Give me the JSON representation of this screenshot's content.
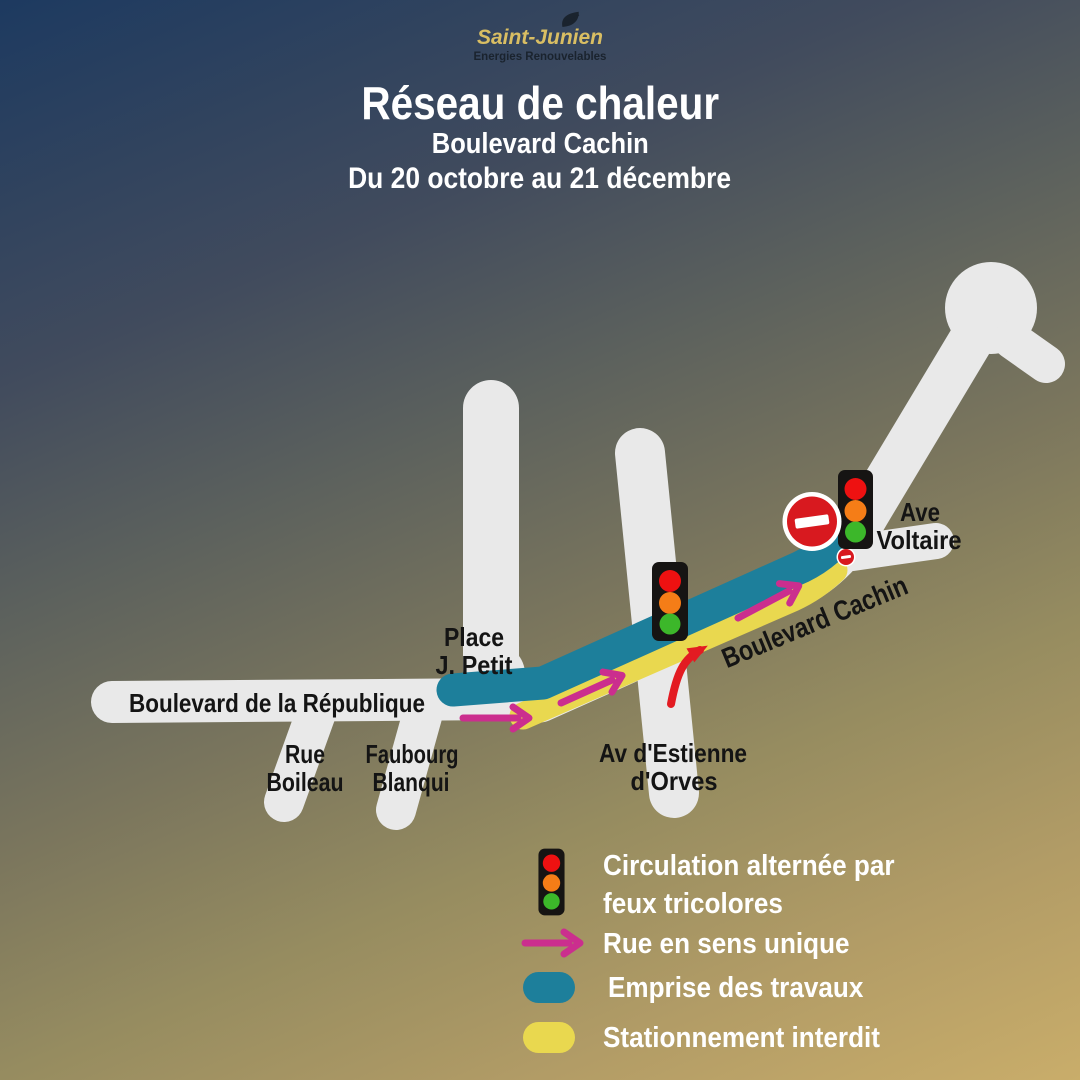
{
  "logo": {
    "name": "Saint-Junien",
    "tagline": "Energies Renouvelables"
  },
  "header": {
    "title": "Réseau de chaleur",
    "subtitle": "Boulevard Cachin",
    "date_range": "Du 20 octobre au 21 décembre"
  },
  "map": {
    "streets": {
      "republique": "Boulevard de la République",
      "place_line1": "Place",
      "place_line2": "J. Petit",
      "boileau_line1": "Rue",
      "boileau_line2": "Boileau",
      "blanqui_line1": "Faubourg",
      "blanqui_line2": "Blanqui",
      "estienne_line1": "Av d'Estienne",
      "estienne_line2": "d'Orves",
      "cachin": "Boulevard Cachin",
      "voltaire_line1": "Ave",
      "voltaire_line2": "Voltaire"
    }
  },
  "legend": {
    "items": [
      {
        "icon": "traffic-light-icon",
        "lines": [
          "Circulation alternée par",
          "feux tricolores"
        ]
      },
      {
        "icon": "one-way-arrow-icon",
        "lines": [
          "Rue en sens unique"
        ]
      },
      {
        "icon": "works-zone-swatch",
        "lines": [
          "Emprise des travaux"
        ]
      },
      {
        "icon": "no-parking-swatch",
        "lines": [
          "Stationnement interdit"
        ]
      }
    ]
  },
  "colors": {
    "background_top": "#1d3a60",
    "background_bottom": "#c9ad6a",
    "road_white": "#e9e9e9",
    "works_zone_teal": "#1d7f9b",
    "no_parking_yellow": "#e9d84f",
    "one_way_pink": "#cb2e8e",
    "turn_arrow_red": "#e31b22",
    "no_entry_red": "#d8191f",
    "signal_red": "#ee1111",
    "signal_orange": "#f57d17",
    "signal_green": "#3cb72a"
  }
}
